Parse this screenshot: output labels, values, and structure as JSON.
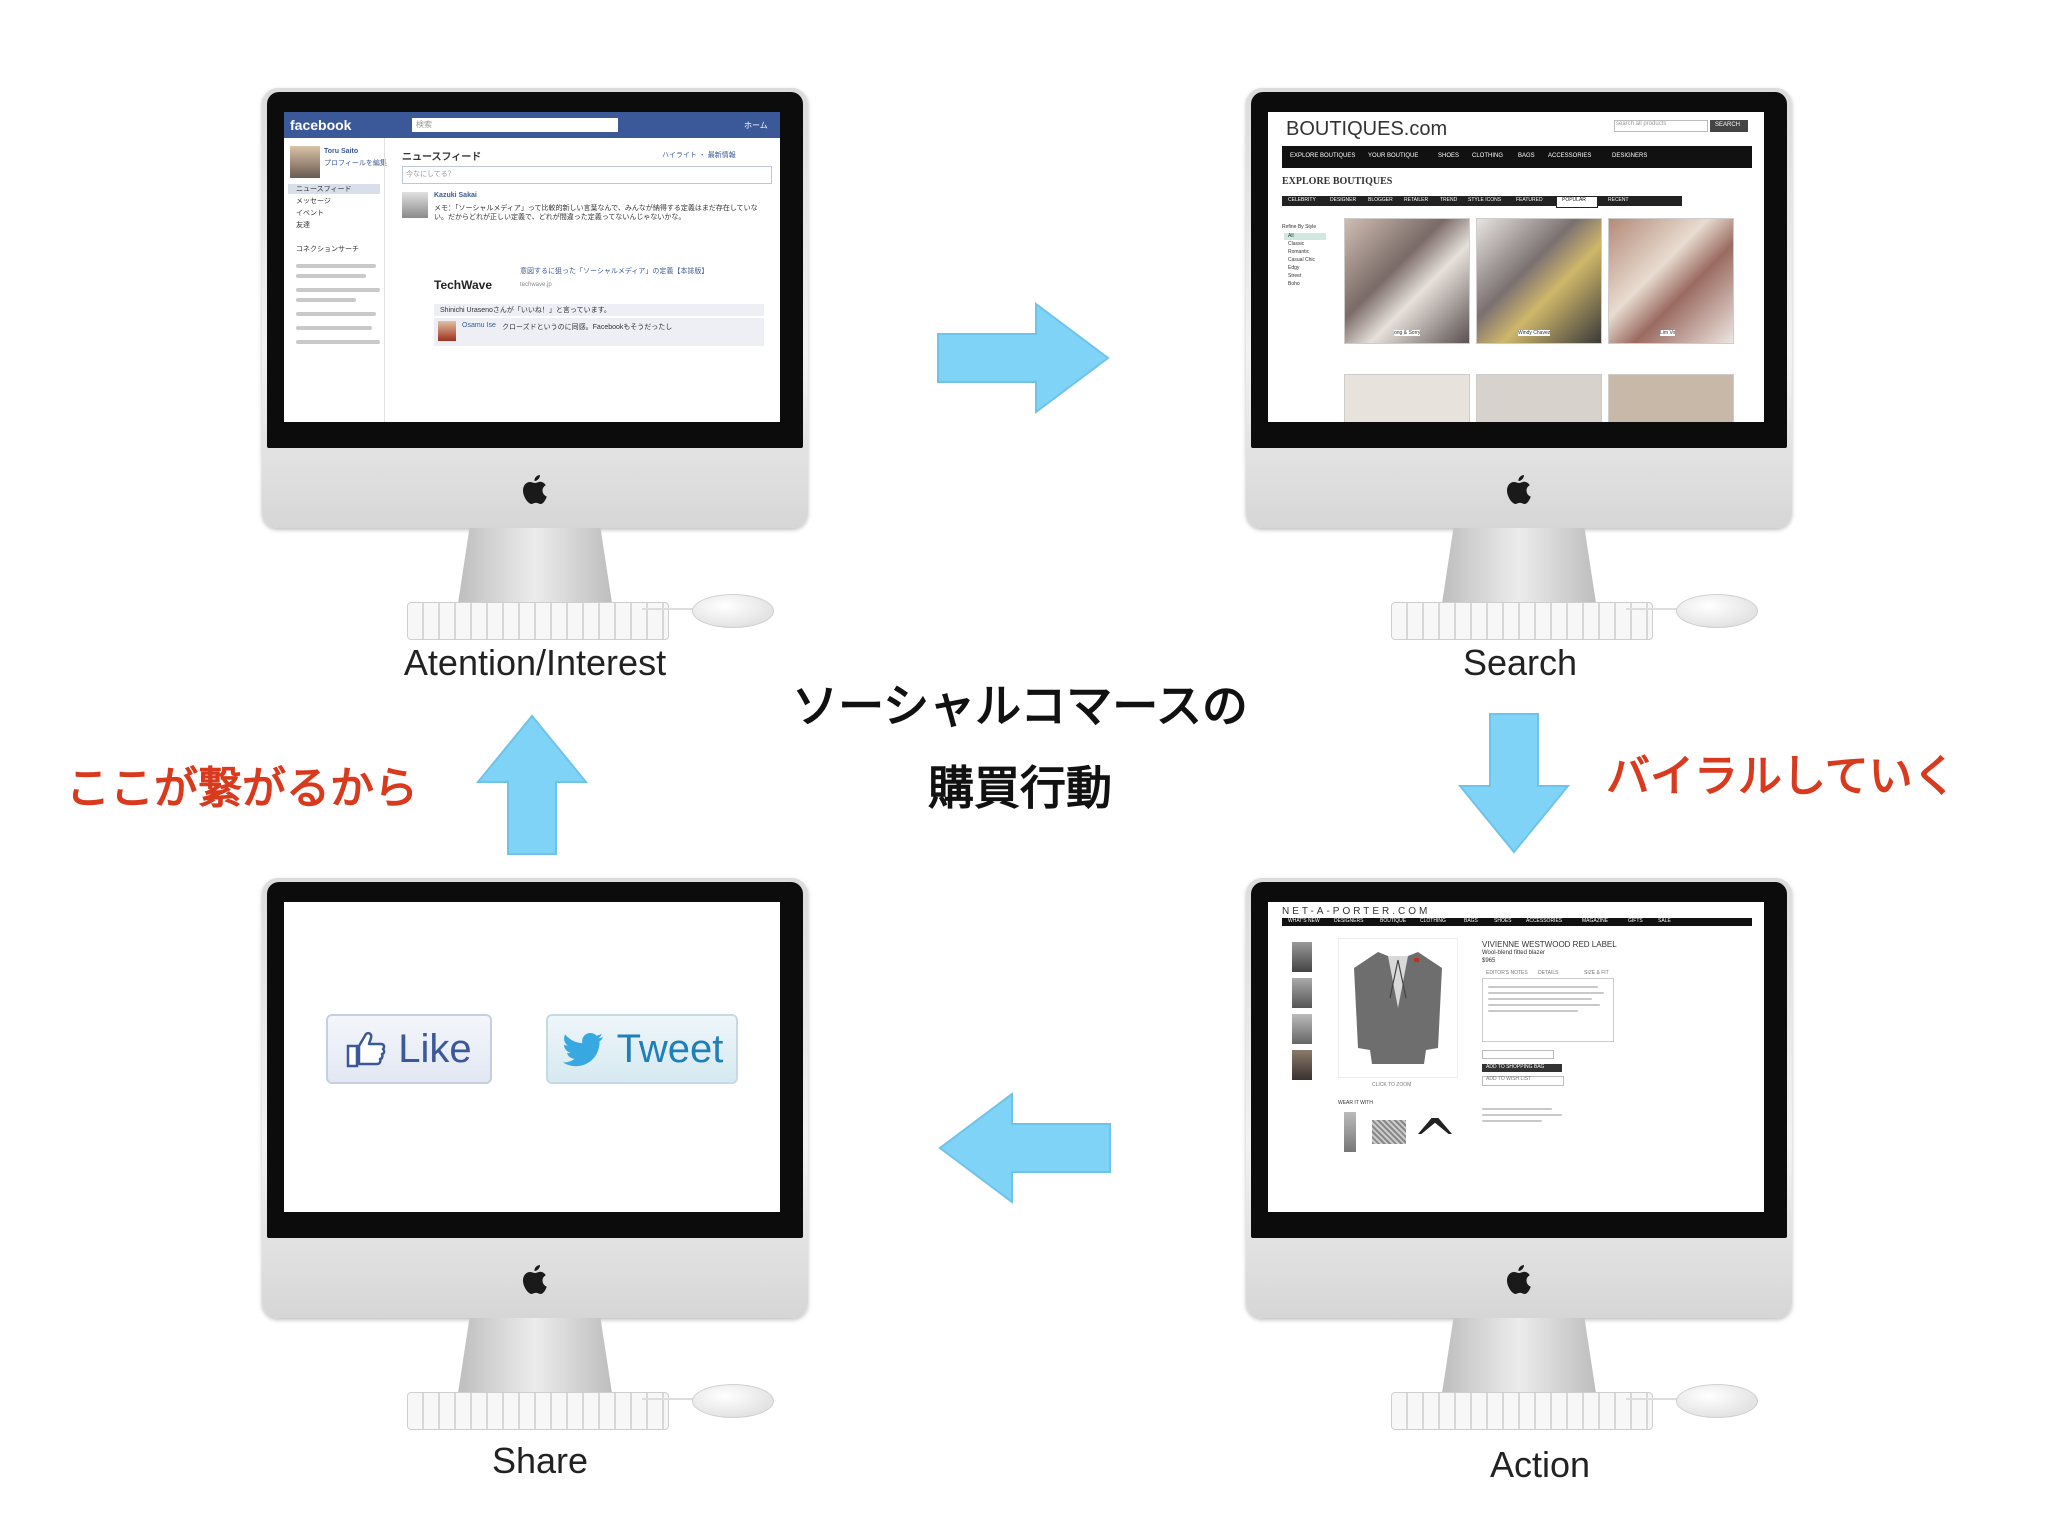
{
  "center": {
    "line1": "ソーシャルコマースの",
    "line2": "購買行動"
  },
  "captions": {
    "top_left": "Atention/Interest",
    "top_right": "Search",
    "bottom_right": "Action",
    "bottom_left": "Share"
  },
  "annotations": {
    "left": "ここが繋がるから",
    "right": "バイラルしていく"
  },
  "arrows": [
    {
      "from": "top_left",
      "to": "top_right",
      "direction": "right"
    },
    {
      "from": "top_right",
      "to": "bottom_right",
      "direction": "down"
    },
    {
      "from": "bottom_right",
      "to": "bottom_left",
      "direction": "left"
    },
    {
      "from": "bottom_left",
      "to": "top_left",
      "direction": "up"
    }
  ],
  "colors": {
    "arrow": "#7fd3f7",
    "annotation": "#d93a1e",
    "facebook": "#3b5998"
  },
  "screens": {
    "facebook": {
      "logo": "facebook",
      "header_right": "ホーム",
      "search_placeholder": "検索",
      "user_name": "Toru Saito",
      "profile_edit": "プロフィールを編集",
      "nav": [
        "ニュースフィード",
        "メッセージ",
        "イベント",
        "友達"
      ],
      "connection": "コネクションサーチ",
      "feed_title": "ニュースフィード",
      "feed_right": "ハイライト ・ 最新情報",
      "status_placeholder": "今なにしてる？",
      "post_author": "Kazuki Sakai",
      "post_text": "メモ：「ソーシャルメディア」って比較的新しい言葉なんで、みんなが納得する定義はまだ存在していない。だからどれが正しい定義で、どれが間違った定義ってないんじゃないかな。",
      "link_brand": "TechWave",
      "link_url": "techwave.jp",
      "likes_text": "Shinichi Urasenoさんが「いいね！」と言っています。",
      "comment_author": "Osamu Ise",
      "comment_text": "クローズドというのに同感。Facebookもそうだったし",
      "link_title": "意図するに狙った「ソーシャルメディア」の定義【本誌版】"
    },
    "boutiques": {
      "logo": "BOUTIQUES.com",
      "search_placeholder": "search all products",
      "search_button": "SEARCH",
      "nav": [
        "EXPLORE BOUTIQUES",
        "YOUR BOUTIQUE",
        "SHOES",
        "CLOTHING",
        "BAGS",
        "ACCESSORIES",
        "DESIGNERS"
      ],
      "heading": "EXPLORE BOUTIQUES",
      "tabs": [
        "CELEBRITY",
        "DESIGNER",
        "BLOGGER",
        "RETAILER",
        "TREND",
        "STYLE ICONS",
        "FEATURED",
        "POPULAR",
        "RECENT"
      ],
      "refine": "Refine By Style",
      "styles": [
        "All",
        "Classic",
        "Romantic",
        "Casual Chic",
        "Edgy",
        "Street",
        "Boho"
      ],
      "cards": [
        "ong & Sorry",
        "Windy Chavez",
        "Lim Vo"
      ]
    },
    "netaporter": {
      "logo": "NET-A-PORTER.COM",
      "nav": [
        "WHAT'S NEW",
        "DESIGNERS",
        "BOUTIQUE",
        "CLOTHING",
        "BAGS",
        "SHOES",
        "ACCESSORIES",
        "MAGAZINE",
        "GIFTS",
        "SALE"
      ],
      "product_brand": "VIVIENNE WESTWOOD RED LABEL",
      "product_name": "Wool-blend fitted blazer",
      "product_price": "$965",
      "tabs": [
        "EDITOR'S NOTES",
        "DETAILS",
        "SIZE & FIT"
      ],
      "add_to_bag": "ADD TO SHOPPING BAG",
      "add_wishlist": "ADD TO WISH LIST",
      "wear_it_with": "WEAR IT WITH",
      "click_zoom": "CLICK TO ZOOM"
    },
    "share": {
      "like_label": "Like",
      "tweet_label": "Tweet"
    }
  }
}
